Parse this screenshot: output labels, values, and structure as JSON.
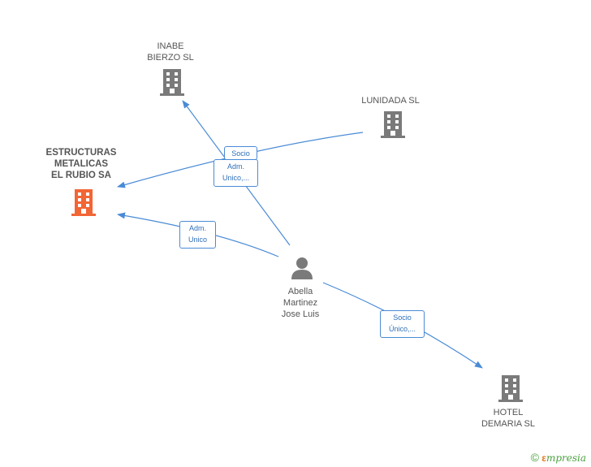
{
  "nodes": {
    "inabe": {
      "label": "INABE\nBIERZO  SL"
    },
    "lunidada": {
      "label": "LUNIDADA SL"
    },
    "estructuras": {
      "label": "ESTRUCTURAS\nMETALICAS\nEL RUBIO SA"
    },
    "abella": {
      "label": "Abella\nMartinez\nJose Luis"
    },
    "hotel": {
      "label": "HOTEL\nDEMARIA  SL"
    }
  },
  "edges": {
    "socio_top": "Socio",
    "adm_unico_1": "Adm.\nUnico,...",
    "adm_unico_2": "Adm.\nUnico",
    "socio_unico": "Socio\nÚnico,..."
  },
  "colors": {
    "company": "#7a7a7a",
    "highlight": "#f26535",
    "edge": "#4a8bd6",
    "person": "#7a7a7a"
  },
  "footer": {
    "copyright": "©",
    "brand_first": "ε",
    "brand_rest": "mpresia"
  }
}
